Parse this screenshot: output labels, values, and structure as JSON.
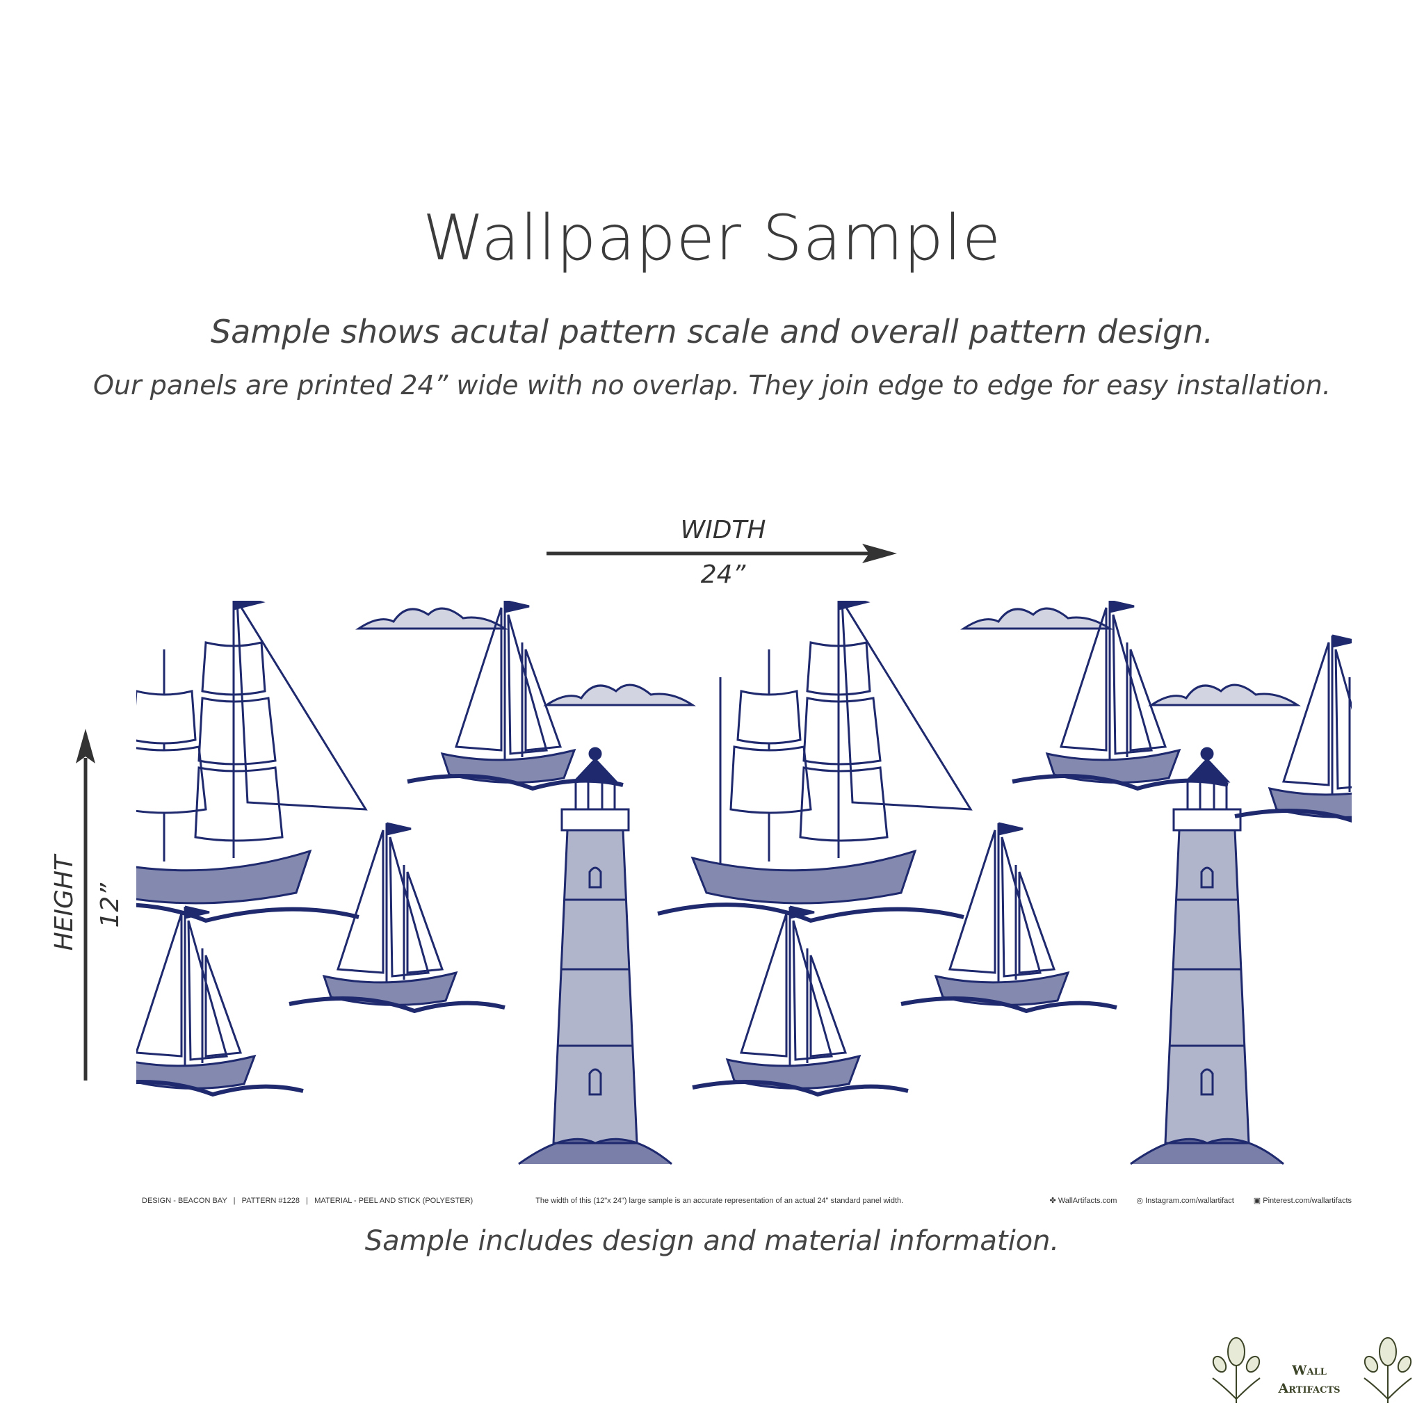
{
  "header": {
    "title": "Wallpaper Sample",
    "subtitle": "Sample shows acutal pattern scale and overall pattern design.",
    "note": "Our panels are printed 24” wide with no overlap. They join edge to edge for easy installation."
  },
  "dimensions": {
    "width_label": "WIDTH",
    "width_value": "24”",
    "height_label": "HEIGHT",
    "height_value": "12”"
  },
  "sample_footer": {
    "design_info": "DESIGN - BEACON BAY   |   PATTERN #1228   |   MATERIAL - PEEL AND STICK (POLYESTER)",
    "scale_note": "The width of this (12\"x 24\") large sample is an accurate representation of an actual 24\" standard panel width.",
    "website": "WallArtifacts.com",
    "instagram": "Instagram.com/wallartifact",
    "pinterest": "Pinterest.com/wallartifacts"
  },
  "caption": "Sample includes design and material information.",
  "brand": {
    "line1": "Wall",
    "line2": "Artifacts"
  },
  "colors": {
    "pattern": "#1f2a6e",
    "text": "#3b3b3b",
    "logo": "#3c4428"
  }
}
